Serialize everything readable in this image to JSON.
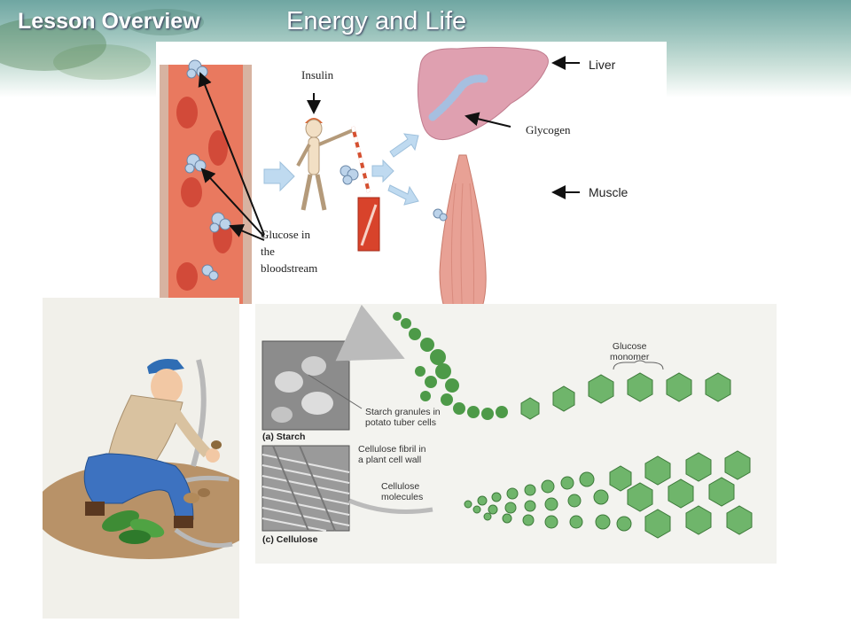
{
  "header": {
    "section": "Lesson Overview",
    "title": "Energy and Life"
  },
  "top_diagram": {
    "insulin": "Insulin",
    "liver": "Liver",
    "glycogen": "Glycogen",
    "muscle": "Muscle",
    "glucose": [
      "Glucose in",
      "the",
      "bloodstream"
    ]
  },
  "bottom_diagram": {
    "starch_granules": [
      "Starch granules in",
      "potato tuber cells"
    ],
    "starch_caption": "(a) Starch",
    "glucose_monomer": [
      "Glucose",
      "monomer"
    ],
    "cellulose_fibril": [
      "Cellulose fibril in",
      "a plant cell wall"
    ],
    "cellulose_molecules": [
      "Cellulose",
      "molecules"
    ],
    "cellulose_caption": "(c) Cellulose"
  },
  "colors": {
    "title_text": "#ffffff",
    "vessel": "#e9795f",
    "muscle": "#e8a195",
    "liver": "#dfa0b0",
    "glucose": "#bcd3ea",
    "chain_green": "#6fb56b"
  }
}
